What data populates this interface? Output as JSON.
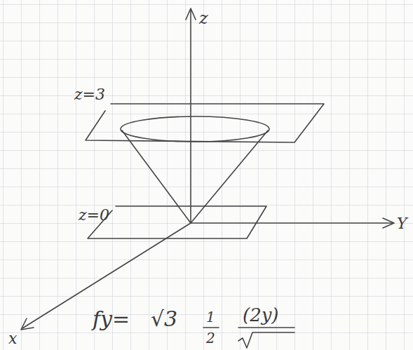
{
  "diagram": {
    "labels": [
      "z",
      "z=3",
      "z=0",
      "Y",
      "x",
      "fy=",
      "√3",
      "1",
      "2",
      "(2y)"
    ]
  }
}
